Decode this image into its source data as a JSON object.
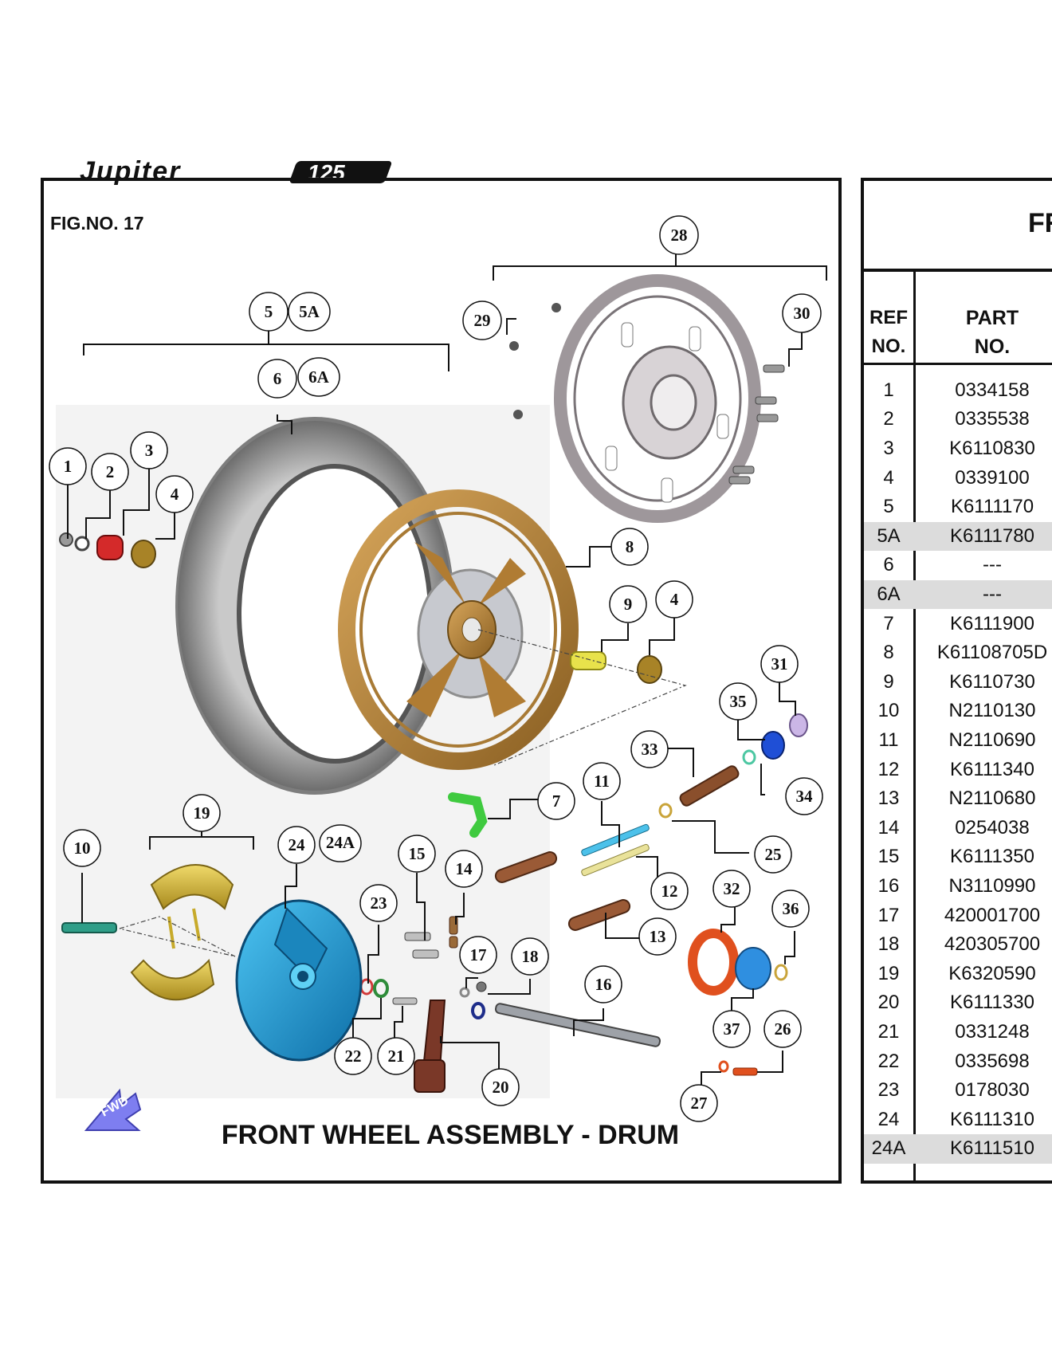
{
  "logo_text": "Jupiter 125",
  "figure_label": "FIG.NO. 17",
  "title": "FRONT WHEEL ASSEMBLY - DRUM",
  "fwd_label": "FWD",
  "table": {
    "title_partial": "FR",
    "headers": {
      "ref_line1": "REF",
      "ref_line2": "NO.",
      "part_line1": "PART",
      "part_line2": "NO."
    },
    "rows": [
      {
        "ref": "1",
        "part": "0334158",
        "shaded": false
      },
      {
        "ref": "2",
        "part": "0335538",
        "shaded": false
      },
      {
        "ref": "3",
        "part": "K6110830",
        "shaded": false
      },
      {
        "ref": "4",
        "part": "0339100",
        "shaded": false
      },
      {
        "ref": "5",
        "part": "K6111170",
        "shaded": false
      },
      {
        "ref": "5A",
        "part": "K6111780",
        "shaded": true
      },
      {
        "ref": "6",
        "part": "---",
        "shaded": false
      },
      {
        "ref": "6A",
        "part": "---",
        "shaded": true
      },
      {
        "ref": "7",
        "part": "K6111900",
        "shaded": false
      },
      {
        "ref": "8",
        "part": "K61108705D",
        "shaded": false
      },
      {
        "ref": "9",
        "part": "K6110730",
        "shaded": false
      },
      {
        "ref": "10",
        "part": "N2110130",
        "shaded": false
      },
      {
        "ref": "11",
        "part": "N2110690",
        "shaded": false
      },
      {
        "ref": "12",
        "part": "K6111340",
        "shaded": false
      },
      {
        "ref": "13",
        "part": "N2110680",
        "shaded": false
      },
      {
        "ref": "14",
        "part": "0254038",
        "shaded": false
      },
      {
        "ref": "15",
        "part": "K6111350",
        "shaded": false
      },
      {
        "ref": "16",
        "part": "N3110990",
        "shaded": false
      },
      {
        "ref": "17",
        "part": "420001700",
        "shaded": false
      },
      {
        "ref": "18",
        "part": "420305700",
        "shaded": false
      },
      {
        "ref": "19",
        "part": "K6320590",
        "shaded": false
      },
      {
        "ref": "20",
        "part": "K6111330",
        "shaded": false
      },
      {
        "ref": "21",
        "part": "0331248",
        "shaded": false
      },
      {
        "ref": "22",
        "part": "0335698",
        "shaded": false
      },
      {
        "ref": "23",
        "part": "0178030",
        "shaded": false
      },
      {
        "ref": "24",
        "part": "K6111310",
        "shaded": false
      },
      {
        "ref": "24A",
        "part": "K6111510",
        "shaded": true
      }
    ]
  },
  "callouts": [
    "1",
    "2",
    "3",
    "4",
    "5",
    "5A",
    "6",
    "6A",
    "7",
    "8",
    "9",
    "4",
    "10",
    "11",
    "12",
    "13",
    "14",
    "15",
    "16",
    "17",
    "18",
    "19",
    "20",
    "21",
    "22",
    "23",
    "24",
    "24A",
    "25",
    "26",
    "27",
    "28",
    "29",
    "30",
    "31",
    "32",
    "33",
    "34",
    "35",
    "36",
    "37"
  ],
  "colors": {
    "tire": "#8c8c8c",
    "rim_gold": "#b8873e",
    "brake_plate_blue": "#1a9bd6",
    "brake_shoe_yellow": "#d7b93a",
    "spare_rim_grey": "#a9a2a6",
    "arrow_blue": "#7e7ef0"
  }
}
